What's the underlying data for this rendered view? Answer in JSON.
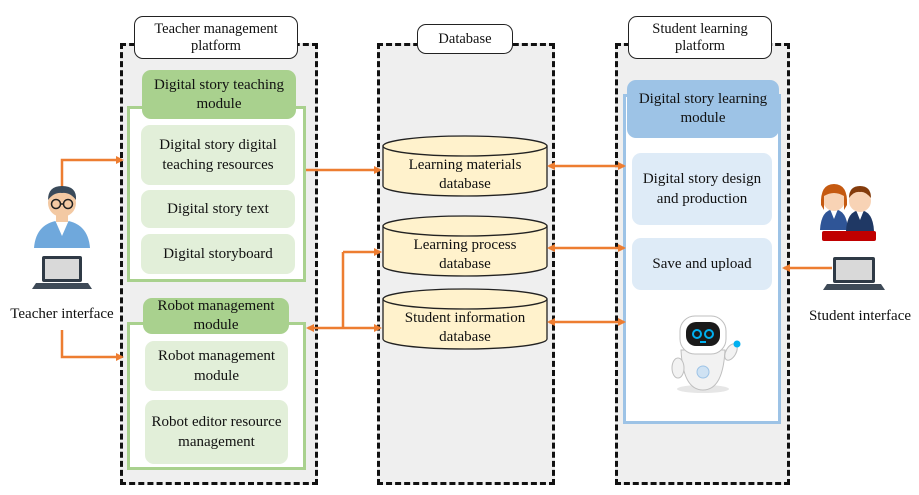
{
  "panels": {
    "teacher": {
      "title": "Teacher management platform"
    },
    "database": {
      "title": "Database"
    },
    "student": {
      "title": "Student learning platform"
    }
  },
  "teacher_modules": {
    "story": {
      "title": "Digital story teaching module",
      "items": [
        "Digital story digital teaching resources",
        "Digital story text",
        "Digital storyboard"
      ]
    },
    "robot": {
      "title": "Robot management module",
      "items": [
        "Robot management module",
        "Robot editor resource management"
      ]
    }
  },
  "databases": [
    "Learning materials database",
    "Learning process database",
    "Student information database"
  ],
  "student_module": {
    "title": "Digital story learning module",
    "items": [
      "Digital story design and production",
      "Save and upload"
    ]
  },
  "labels": {
    "teacher_interface": "Teacher interface",
    "student_interface": "Student interface"
  },
  "colors": {
    "arrow": "#ed7d31",
    "green_header": "#a9d18e",
    "green_item": "#e2efd9",
    "blue_header": "#9dc3e6",
    "blue_item": "#deebf7",
    "db_fill": "#fff2cc"
  },
  "icons": [
    "teacher-icon",
    "students-icon",
    "robot-icon",
    "laptop-icon"
  ]
}
